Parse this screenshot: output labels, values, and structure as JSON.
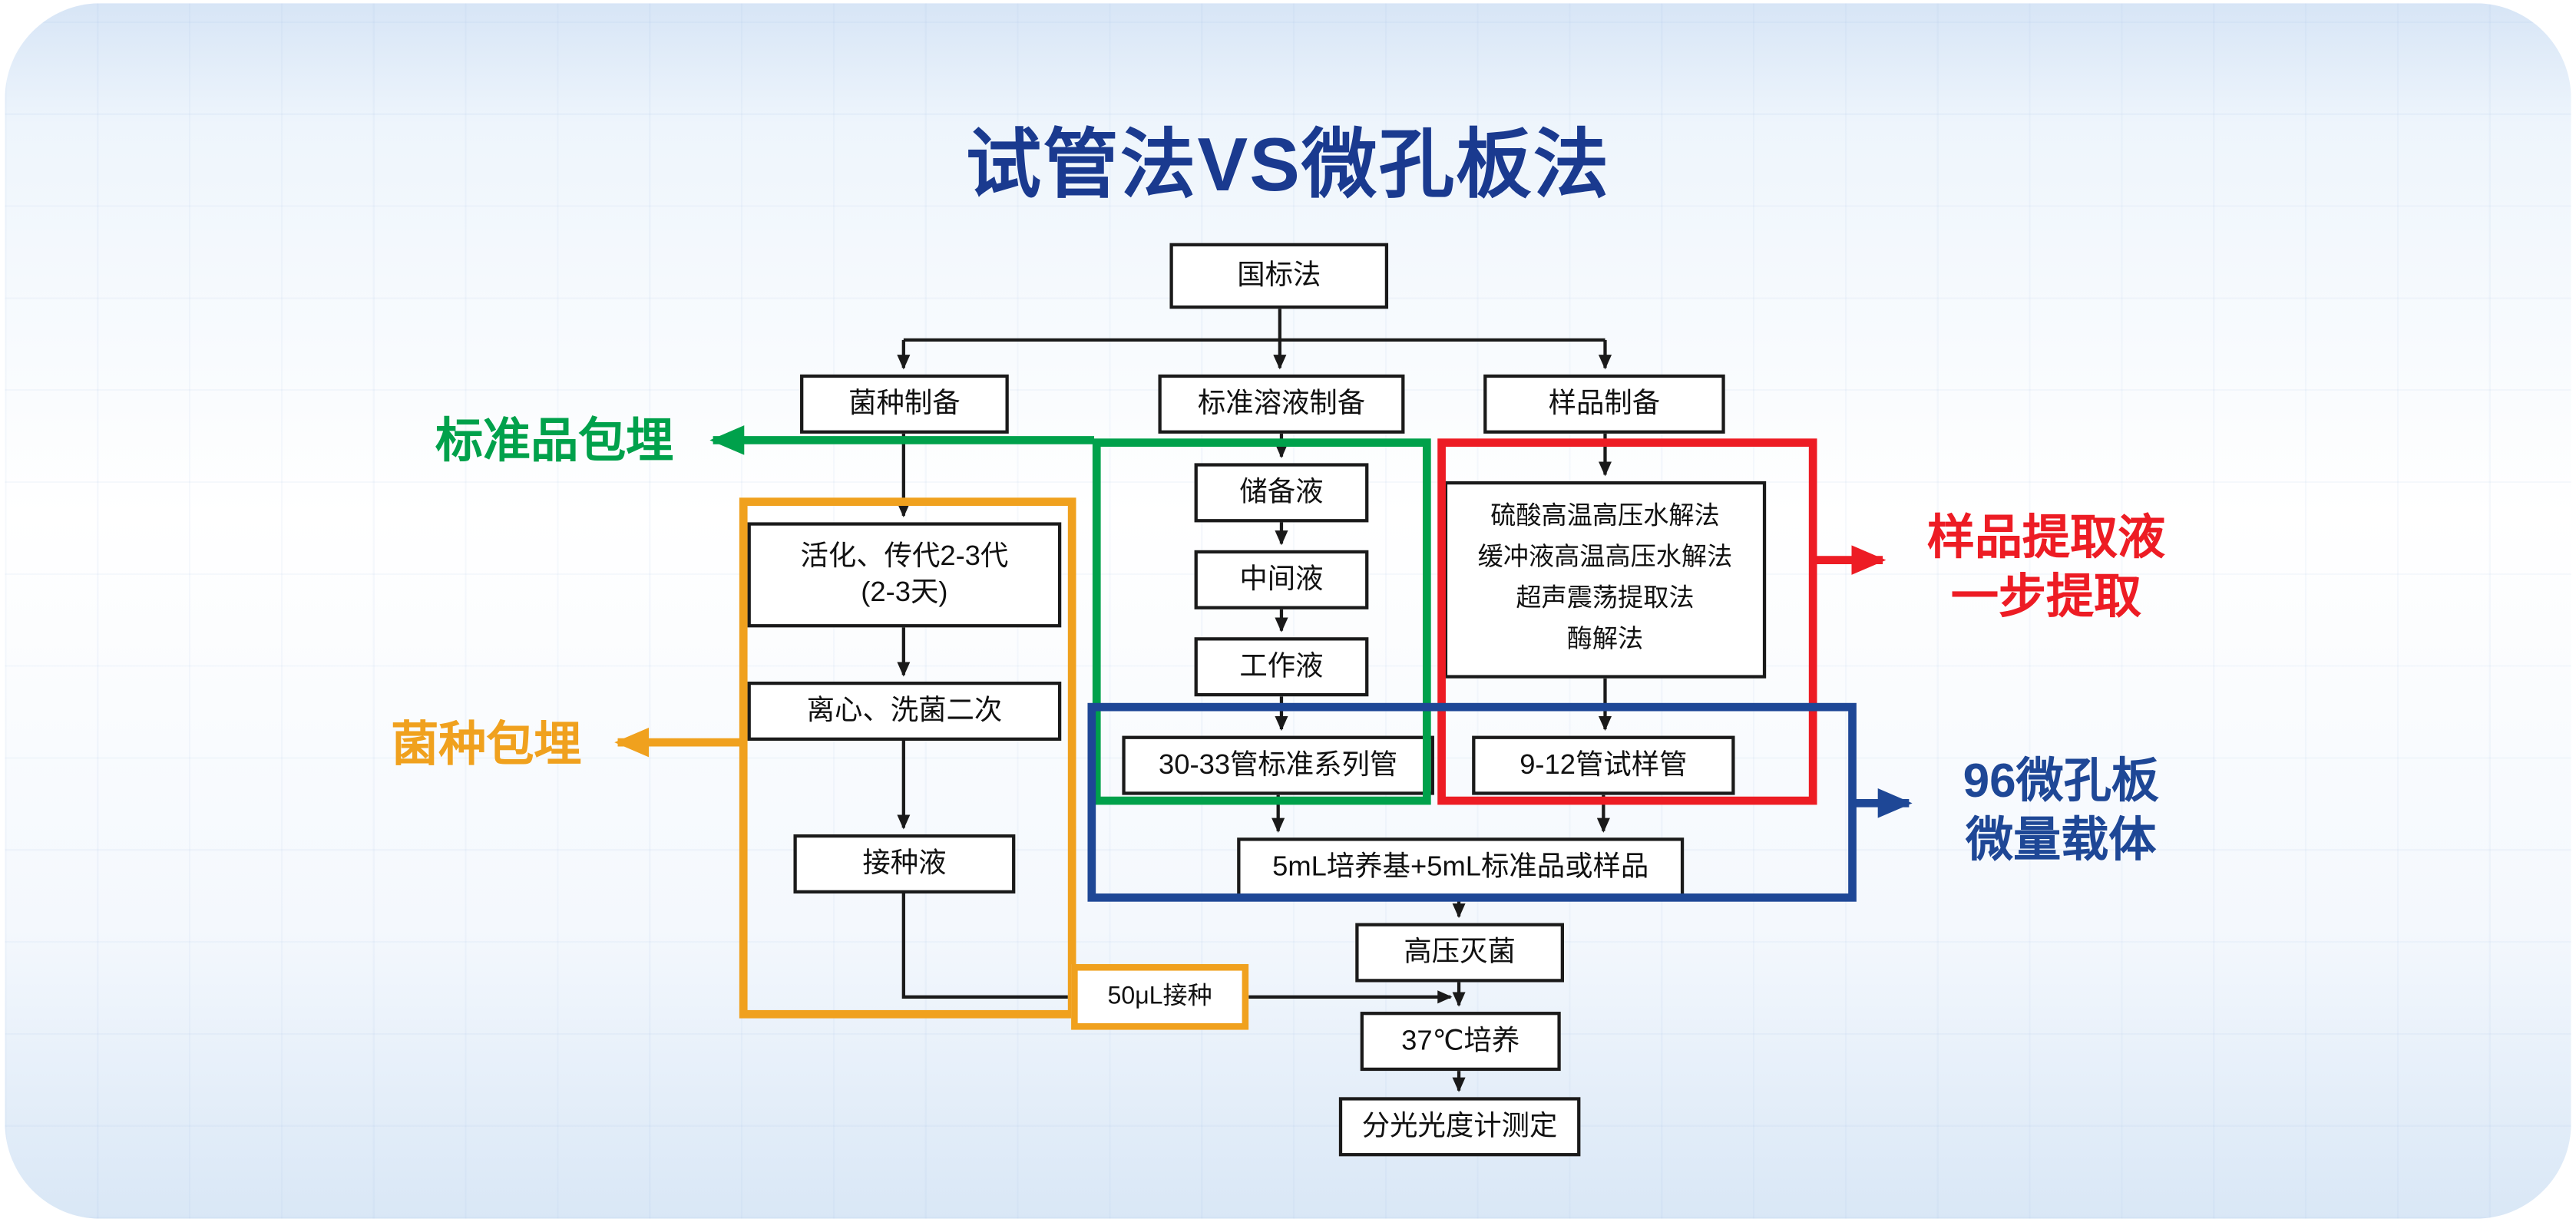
{
  "title": "试管法VS微孔板法",
  "colors": {
    "title": "#1a3a8f",
    "green": "#00a14b",
    "red": "#ed1c24",
    "orange": "#f0a11e",
    "blue": "#1e4796",
    "line": "#1a1a1a",
    "box_bg": "#ffffff"
  },
  "nodes": {
    "national_standard": "国标法",
    "strain_prep": "菌种制备",
    "standard_solution_prep": "标准溶液制备",
    "sample_prep": "样品制备",
    "activation": "活化、传代2-3代\n(2-3天)",
    "centrifuge": "离心、洗菌二次",
    "inoculum": "接种液",
    "stock_solution": "储备液",
    "intermediate_solution": "中间液",
    "working_solution": "工作液",
    "standard_series_tubes": "30-33管标准系列管",
    "extraction_methods": "硫酸高温高压水解法\n缓冲液高温高压水解法\n超声震荡提取法\n酶解法",
    "sample_tubes": "9-12管试样管",
    "medium_mix": "5mL培养基+5mL标准品或样品",
    "autoclave": "高压灭菌",
    "incubation": "37℃培养",
    "spectrophotometer": "分光光度计测定",
    "inoculation_volume": "50μL接种"
  },
  "annotations": {
    "standard_embedding": "标准品包埋",
    "strain_embedding": "菌种包埋",
    "sample_extraction": "样品提取液\n一步提取",
    "microplate": "96微孔板\n微量载体"
  }
}
